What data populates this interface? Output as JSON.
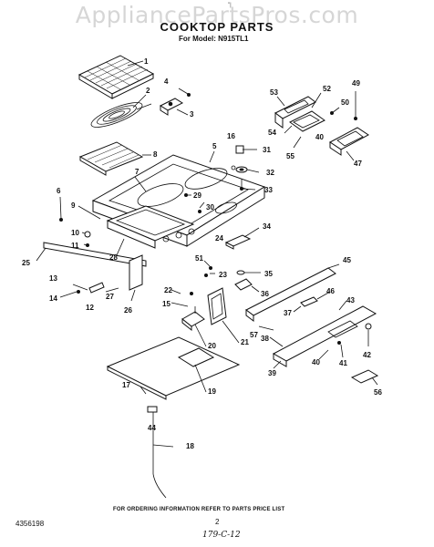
{
  "watermark": "AppliancePartsPros.com",
  "title": "COOKTOP PARTS",
  "subtitle": "For Model: N915TL1",
  "footer": {
    "note": "FOR ORDERING INFORMATION REFER TO PARTS PRICE LIST",
    "figure_number": "4356198",
    "page_number": "2",
    "handwritten_code": "179-C-12"
  },
  "tick_mark": "\"|",
  "callouts": [
    "1",
    "2",
    "3",
    "4",
    "5",
    "6",
    "7",
    "8",
    "9",
    "10",
    "11",
    "12",
    "13",
    "14",
    "15",
    "16",
    "17",
    "18",
    "19",
    "20",
    "21",
    "22",
    "23",
    "24",
    "25",
    "26",
    "27",
    "28",
    "29",
    "30",
    "31",
    "32",
    "33",
    "34",
    "35",
    "36",
    "37",
    "38",
    "39",
    "40",
    "40",
    "41",
    "42",
    "43",
    "44",
    "45",
    "46",
    "47",
    "49",
    "50",
    "51",
    "52",
    "53",
    "54",
    "55",
    "56",
    "57"
  ]
}
